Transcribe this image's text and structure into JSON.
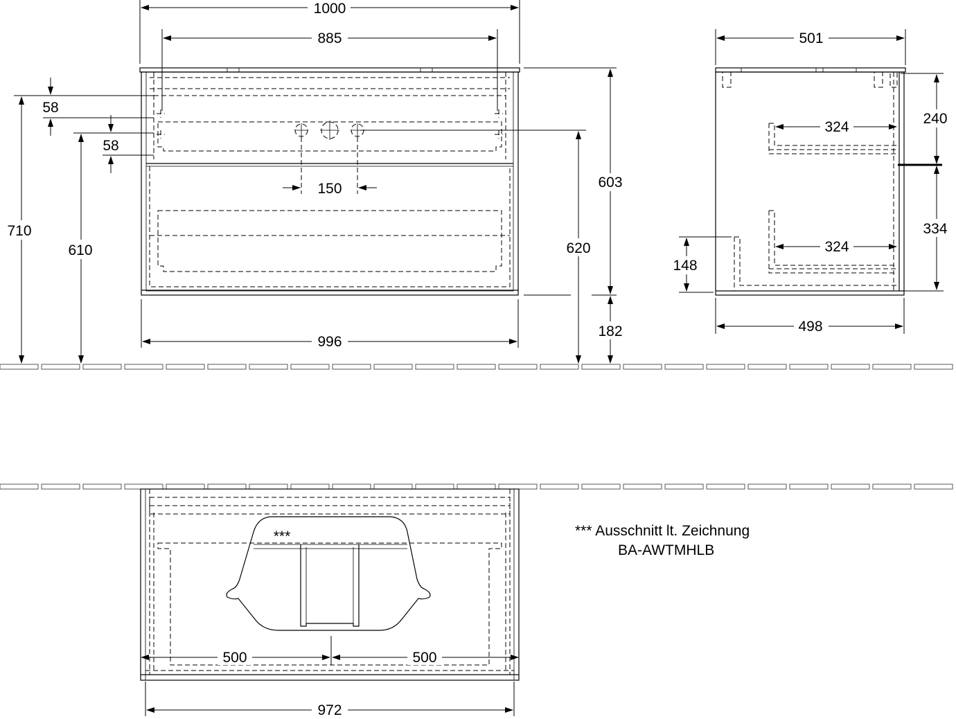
{
  "drawing": {
    "front_view": {
      "overall_width": "1000",
      "inner_width": "885",
      "body_width": "996",
      "total_height": "603",
      "mount_height_top": "620",
      "floor_clearance": "182",
      "offset_58_a": "58",
      "offset_58_b": "58",
      "height_710": "710",
      "height_610": "610",
      "tap_spacing": "150"
    },
    "side_view": {
      "top_depth": "501",
      "base_depth": "498",
      "upper_drawer_depth": "324",
      "lower_drawer_depth": "324",
      "upper_height": "240",
      "lower_height": "334",
      "plinth_height": "148"
    },
    "top_view": {
      "left_half": "500",
      "right_half": "500",
      "width": "972",
      "marker": "***"
    },
    "note": {
      "line1": "*** Ausschnitt lt. Zeichnung",
      "line2": "BA-AWTMHLB"
    }
  }
}
